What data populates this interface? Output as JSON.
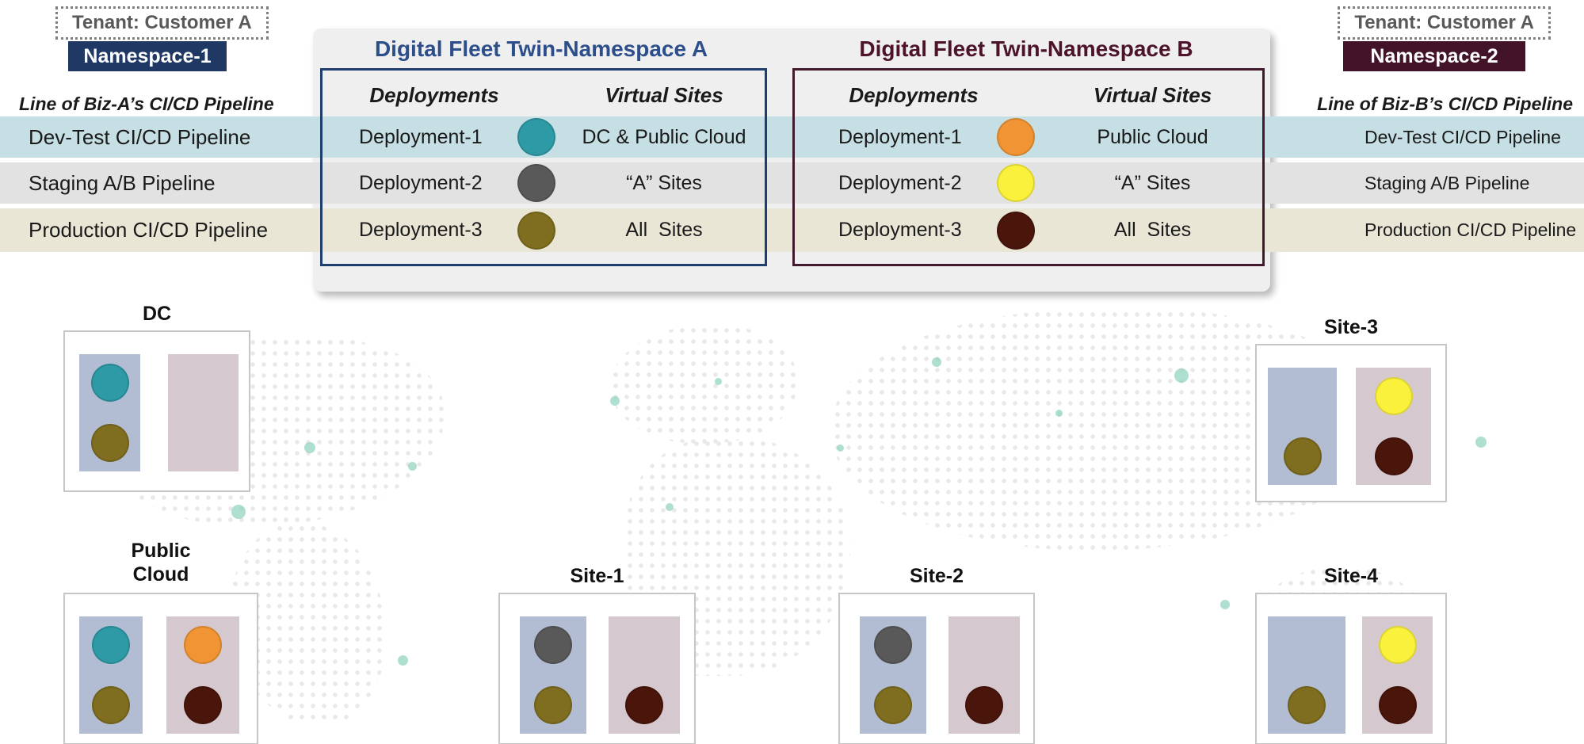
{
  "band_colors": [
    "#C5DFE4",
    "#E2E2E2",
    "#EAE6D6"
  ],
  "site_panel_colors": {
    "namespace_a": "rgba(164,178,203,0.85)",
    "namespace_b": "rgba(203,186,195,0.8)"
  },
  "header": {
    "left": {
      "tenant": "Tenant: Customer A",
      "namespace": "Namespace-1",
      "pipeline_title": "Line of Biz-A’s CI/CD Pipeline",
      "pipelines": [
        "Dev-Test CI/CD Pipeline",
        "Staging A/B Pipeline",
        "Production CI/CD Pipeline"
      ]
    },
    "right": {
      "tenant": "Tenant: Customer A",
      "namespace": "Namespace-2",
      "pipeline_title": "Line of Biz-B’s CI/CD Pipeline",
      "pipelines": [
        "Dev-Test CI/CD Pipeline",
        "Staging A/B Pipeline",
        "Production CI/CD Pipeline"
      ]
    }
  },
  "namespace_a": {
    "title": "Digital Fleet Twin-Namespace A",
    "columns": {
      "deployments": "Deployments",
      "virtual_sites": "Virtual Sites"
    },
    "rows": [
      {
        "deployment": "Deployment-1",
        "color": "#2E9AA6",
        "virtual_sites": "DC & Public Cloud"
      },
      {
        "deployment": "Deployment-2",
        "color": "#595959",
        "virtual_sites": "“A” Sites"
      },
      {
        "deployment": "Deployment-3",
        "color": "#7F6E1F",
        "virtual_sites": "All  Sites"
      }
    ]
  },
  "namespace_b": {
    "title": "Digital Fleet Twin-Namespace B",
    "columns": {
      "deployments": "Deployments",
      "virtual_sites": "Virtual Sites"
    },
    "rows": [
      {
        "deployment": "Deployment-1",
        "color": "#F09434",
        "virtual_sites": "Public Cloud"
      },
      {
        "deployment": "Deployment-2",
        "color": "#F9F13B",
        "virtual_sites": "“A” Sites"
      },
      {
        "deployment": "Deployment-3",
        "color": "#4A150B",
        "virtual_sites": "All  Sites"
      }
    ]
  },
  "sites": [
    {
      "name": "DC",
      "left_top": "#2E9AA6",
      "left_bottom": "#7F6E1F",
      "right_top": null,
      "right_bottom": null
    },
    {
      "name": "Public\nCloud",
      "left_top": "#2E9AA6",
      "left_bottom": "#7F6E1F",
      "right_top": "#F09434",
      "right_bottom": "#4A150B"
    },
    {
      "name": "Site-1",
      "left_top": "#595959",
      "left_bottom": "#7F6E1F",
      "right_top": null,
      "right_bottom": "#4A150B"
    },
    {
      "name": "Site-2",
      "left_top": "#595959",
      "left_bottom": "#7F6E1F",
      "right_top": null,
      "right_bottom": "#4A150B"
    },
    {
      "name": "Site-3",
      "left_top": null,
      "left_bottom": "#7F6E1F",
      "right_top": "#F9F13B",
      "right_bottom": "#4A150B"
    },
    {
      "name": "Site-4",
      "left_top": null,
      "left_bottom": "#7F6E1F",
      "right_top": "#F9F13B",
      "right_bottom": "#4A150B"
    }
  ]
}
